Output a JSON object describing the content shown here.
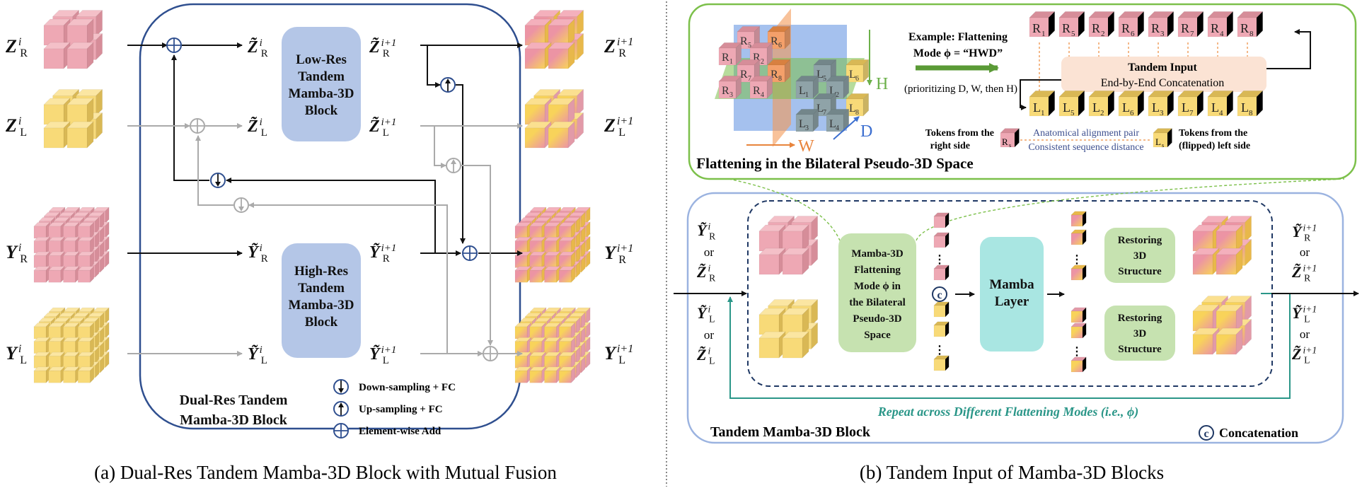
{
  "panel_a": {
    "caption": "(a) Dual-Res Tandem Mamba-3D Block with Mutual Fusion",
    "block_title_line1": "Dual-Res Tandem",
    "block_title_line2": "Mamba-3D Block",
    "low_res_block": [
      "Low-Res",
      "Tandem",
      "Mamba-3D",
      "Block"
    ],
    "high_res_block": [
      "High-Res",
      "Tandem",
      "Mamba-3D",
      "Block"
    ],
    "inputs": {
      "zr": {
        "base": "Z",
        "sup": "i",
        "sub": "R"
      },
      "zl": {
        "base": "Z",
        "sup": "i",
        "sub": "L"
      },
      "yr": {
        "base": "Y",
        "sup": "i",
        "sub": "R"
      },
      "yl": {
        "base": "Y",
        "sup": "i",
        "sub": "L"
      }
    },
    "tilde_in": {
      "zr": {
        "base": "Z̃",
        "sup": "i",
        "sub": "R"
      },
      "zl": {
        "base": "Z̃",
        "sup": "i",
        "sub": "L"
      },
      "yr": {
        "base": "Ỹ",
        "sup": "i",
        "sub": "R"
      },
      "yl": {
        "base": "Ỹ",
        "sup": "i",
        "sub": "L"
      }
    },
    "tilde_out": {
      "zr": {
        "base": "Z̃",
        "sup": "i+1",
        "sub": "R"
      },
      "zl": {
        "base": "Z̃",
        "sup": "i+1",
        "sub": "L"
      },
      "yr": {
        "base": "Ỹ",
        "sup": "i+1",
        "sub": "R"
      },
      "yl": {
        "base": "Ỹ",
        "sup": "i+1",
        "sub": "L"
      }
    },
    "outputs": {
      "zr": {
        "base": "Z",
        "sup": "i+1",
        "sub": "R"
      },
      "zl": {
        "base": "Z",
        "sup": "i+1",
        "sub": "L"
      },
      "yr": {
        "base": "Y",
        "sup": "i+1",
        "sub": "R"
      },
      "yl": {
        "base": "Y",
        "sup": "i+1",
        "sub": "L"
      }
    },
    "legend": {
      "down": "Down-sampling + FC",
      "up": "Up-sampling + FC",
      "add": "Element-wise Add"
    }
  },
  "panel_b": {
    "caption": "(b) Tandem Input of Mamba-3D Blocks",
    "flatten_box": {
      "title": "Flattening in the Bilateral Pseudo-3D Space",
      "example_line1": "Example: Flattening",
      "example_line2": "Mode ϕ = “HWD”",
      "prioritizing": "(prioritizing D, W, then H)",
      "axis_h": "H",
      "axis_w": "W",
      "axis_d": "D",
      "right_cubes": [
        "R5",
        "R6",
        "R1",
        "R2",
        "R7",
        "R8",
        "R3",
        "R4"
      ],
      "left_cubes": [
        "L5",
        "L6",
        "L1",
        "L2",
        "L7",
        "L8",
        "L3",
        "L4"
      ],
      "sequence_r": [
        "1",
        "5",
        "2",
        "6",
        "3",
        "7",
        "4",
        "8"
      ],
      "sequence_l": [
        "1",
        "5",
        "2",
        "6",
        "3",
        "7",
        "4",
        "8"
      ],
      "tandem_title": "Tandem Input",
      "tandem_sub": "End-by-End Concatenation",
      "tokens_right_line1": "Tokens from the",
      "tokens_right_line2": "right side",
      "tokens_left_line1": "Tokens from the",
      "tokens_left_line2": "(flipped) left side",
      "pair_label": "Anatomical alignment pair",
      "distance_label": "Consistent sequence distance",
      "pair_r": "s",
      "pair_l": "s"
    },
    "tandem_block": {
      "title": "Tandem Mamba-3D Block",
      "flatten_label": [
        "Mamba-3D",
        "Flattening",
        "Mode ϕ in",
        "the Bilateral",
        "Pseudo-3D",
        "Space"
      ],
      "mamba_layer": [
        "Mamba",
        "Layer"
      ],
      "restore_label": [
        "Restoring",
        "3D",
        "Structure"
      ],
      "repeat_label": "Repeat across Different Flattening Modes (i.e., ϕ)",
      "concat_legend": "Concatenation",
      "concat_symbol": "c",
      "or": "or",
      "in_r1": {
        "base": "Ỹ",
        "sup": "i",
        "sub": "R"
      },
      "in_r2": {
        "base": "Z̃",
        "sup": "i",
        "sub": "R"
      },
      "in_l1": {
        "base": "Ỹ",
        "sup": "i",
        "sub": "L"
      },
      "in_l2": {
        "base": "Z̃",
        "sup": "i",
        "sub": "L"
      },
      "out_r1": {
        "base": "Ỹ",
        "sup": "i+1",
        "sub": "R"
      },
      "out_r2": {
        "base": "Z̃",
        "sup": "i+1",
        "sub": "R"
      },
      "out_l1": {
        "base": "Ỹ",
        "sup": "i+1",
        "sub": "L"
      },
      "out_l2": {
        "base": "Z̃",
        "sup": "i+1",
        "sub": "L"
      }
    }
  },
  "colors": {
    "pink": "#eea8b4",
    "yellow": "#f8da78",
    "navy": "#2f4f8f",
    "lightblue_block": "#b4c6e7",
    "green_box": "#c6e2b0",
    "green_border": "#7cc04a",
    "teal_layer": "#a9e6e2",
    "teal_line": "#2a9688",
    "gray_line": "#aaaaaa",
    "orange_dash": "#f0a060",
    "tandem_bg": "#fbe3d4"
  }
}
